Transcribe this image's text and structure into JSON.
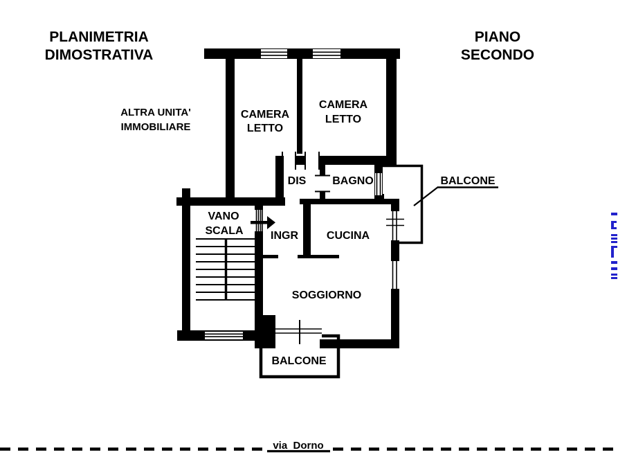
{
  "titles": {
    "left": {
      "line1": "PLANIMETRIA",
      "line2": "DIMOSTRATIVA"
    },
    "right": {
      "line1": "PIANO",
      "line2": "SECONDO"
    }
  },
  "annotations": {
    "other_unit": {
      "line1": "ALTRA UNITA'",
      "line2": "IMMOBILIARE"
    },
    "street": "via  Dorno"
  },
  "rooms": {
    "camera_letto_1": {
      "line1": "CAMERA",
      "line2": "LETTO"
    },
    "camera_letto_2": {
      "line1": "CAMERA",
      "line2": "LETTO"
    },
    "dis": "DIS",
    "bagno": "BAGNO",
    "balcone_right": "BALCONE",
    "vano_scala": {
      "line1": "VANO",
      "line2": "SCALA"
    },
    "ingresso": "INGR",
    "cucina": "CUCINA",
    "soggiorno": "SOGGIORNO",
    "balcone_bottom": "BALCONE"
  },
  "colors": {
    "wall": "#000000",
    "background": "#ffffff",
    "watermark_blue": "#2323cc"
  }
}
